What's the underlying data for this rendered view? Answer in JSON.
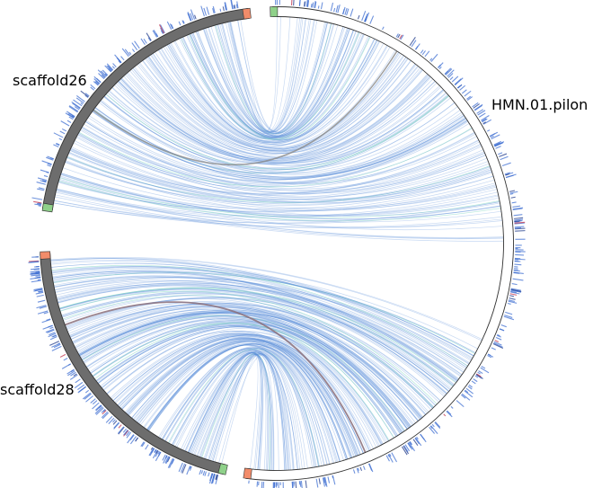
{
  "labels": {
    "scaffold26": "scaffold26",
    "hmn": "HMN.01.pilon",
    "scaffold28": "scaffold28"
  },
  "colors": {
    "scaffold_fill": "#6d6d6d",
    "reference_fill": "#ffffff",
    "outline": "#333333",
    "link": "#5b8fd9",
    "link_alt": "#7fd6c2",
    "link_strong": "#8a8a8a",
    "link_strong2": "#8a6f7a",
    "start_marker": "#f28c6a",
    "end_marker": "#8fd18a",
    "gene_blue": "#3f6fd1",
    "gene_dark": "#1f3a8a",
    "gene_red": "#c0304a"
  }
}
